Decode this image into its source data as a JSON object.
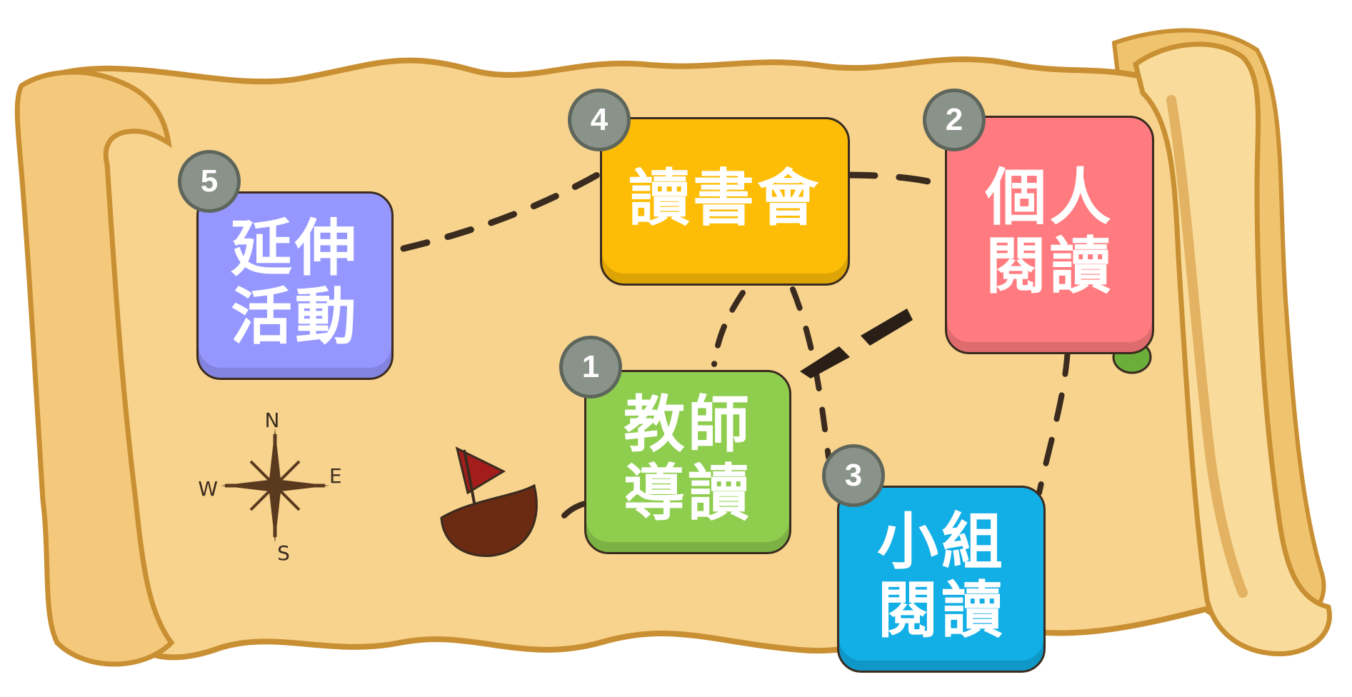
{
  "colors": {
    "parchment": "#f7d38e",
    "parchment_edge": "#d9a44a",
    "outline": "#3a2b1e",
    "path": "#3a2b1e",
    "badge": "#8a9389",
    "ship_sail": "#a31d1d",
    "ship_hull": "#6b2a12"
  },
  "steps": [
    {
      "number": "1",
      "label": "教師\n導讀",
      "color": "#8fcd4f"
    },
    {
      "number": "2",
      "label": "個人\n閱讀",
      "color": "#ff7b7f"
    },
    {
      "number": "3",
      "label": "小組\n閱讀",
      "color": "#12aee6"
    },
    {
      "number": "4",
      "label": "讀書會",
      "color": "#fdbd06"
    },
    {
      "number": "5",
      "label": "延伸\n活動",
      "color": "#9597ff"
    }
  ],
  "compass": {
    "north": "N",
    "east": "E",
    "south": "S",
    "west": "W"
  },
  "icons": [
    "compass-rose-icon",
    "ship-icon"
  ]
}
